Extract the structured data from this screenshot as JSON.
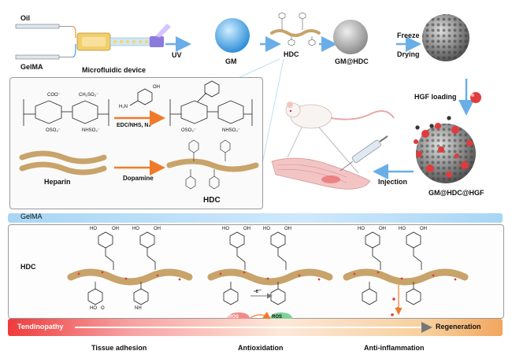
{
  "top_flow": {
    "oil": "Oil",
    "gelma": "GelMA",
    "device": "Microfluidic device",
    "uv": "UV",
    "gm": "GM",
    "hdc": "HDC",
    "gm_hdc": "GM@HDC",
    "freeze": "Freeze",
    "drying": "Drying",
    "hgf_loading": "HGF loading",
    "final": "GM@HDC@HGF",
    "injection": "Injection"
  },
  "synthesis": {
    "reagent": "EDC/NHS, N₂",
    "heparin": "Heparin",
    "dopamine": "Dopamine",
    "hdc": "HDC",
    "coo": "COO⁻",
    "ch2oso3": "CH₂SO₃⁻",
    "oso3": "OSO₃⁻",
    "nhso3": "NHSO₃⁻",
    "oh": "OH",
    "h2n": "H₂N"
  },
  "bottom": {
    "gelma": "GelMA",
    "hdc": "HDC",
    "electron": "-e⁻",
    "ros": "ROS",
    "tendinopathy": "Tendinopathy",
    "regeneration": "Regeneration",
    "adhesion": "Tissue adhesion",
    "antioxidation": "Antioxidation",
    "anti_inflammation": "Anti-inflammation",
    "ho": "HO",
    "oh": "OH",
    "o": "O",
    "nh": "NH"
  },
  "colors": {
    "chain": "#c8a36a",
    "arrow_blue": "#6aaee8",
    "arrow_orange": "#f07a2a",
    "red": "#e23b3b",
    "ros_bubble": "#f08a8a",
    "ros_green": "#7fd39a"
  }
}
